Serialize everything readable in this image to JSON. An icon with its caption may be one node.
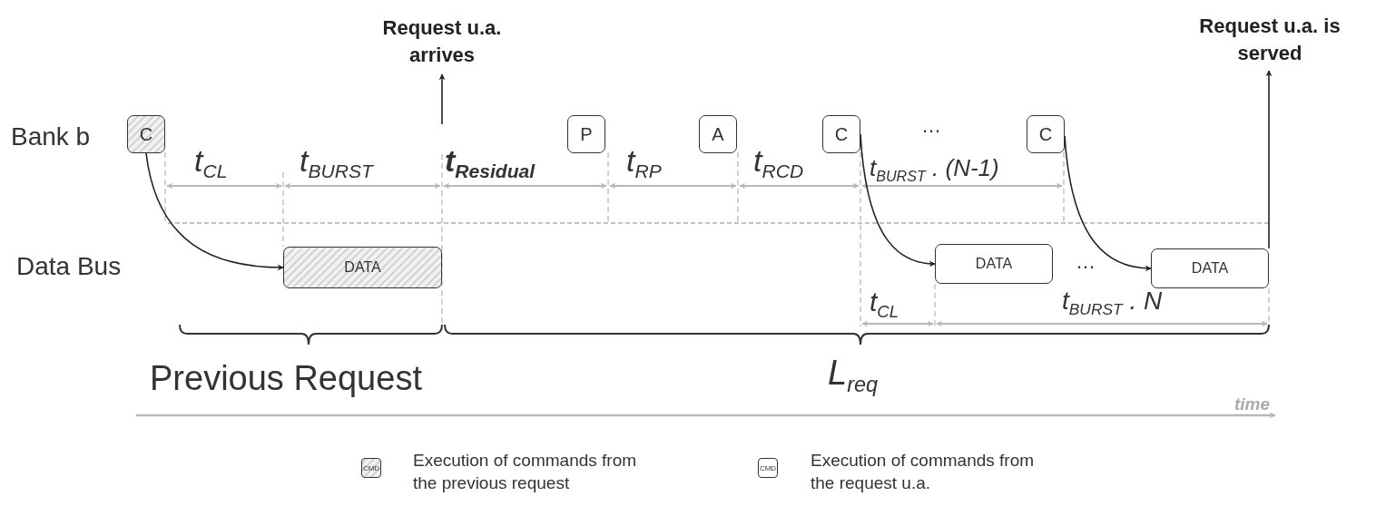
{
  "diagram": {
    "nodes": [
      {
        "text": [
          "C"
        ]
      },
      {
        "text": [
          "P"
        ]
      },
      {
        "text": [
          "A"
        ]
      },
      {
        "text": [
          "C"
        ]
      },
      {
        "text": [
          "C"
        ]
      },
      {
        "text": [
          "DATA"
        ]
      },
      {
        "text": [
          "DATA"
        ]
      },
      {
        "text": [
          "DATA"
        ]
      },
      {
        "text": [
          "Request u.a. arrives"
        ]
      },
      {
        "text": [
          "Request u.a. is served"
        ]
      }
    ],
    "edges": [
      {
        "from": 0,
        "to": 5,
        "arrow": "to"
      },
      {
        "from": 3,
        "to": 6,
        "arrow": "to"
      },
      {
        "from": 4,
        "to": 7,
        "arrow": "to"
      },
      {
        "from": null,
        "to": 8,
        "arrow": "to"
      },
      {
        "from": 7,
        "to": 9,
        "arrow": "to"
      }
    ],
    "labels": [
      "Bank b",
      "…",
      "t$_{CL}$",
      "t$_{BURST}$",
      "t$_{Residual}$",
      "t$_{RP}$",
      "t$_{RCD}$",
      "t$_{BURST}$ . (N-1)",
      "Data Bus",
      "…",
      "t$_{CL}$",
      "t$_{BURST}$ . N",
      "Previous Request",
      "L$_{req}$",
      "time",
      "CMD",
      "CMD"
    ],
    "legend": [
      {
        "text": "Execution of commands from the previous request"
      },
      {
        "text": "Execution of commands from the request u.a."
      }
    ]
  }
}
